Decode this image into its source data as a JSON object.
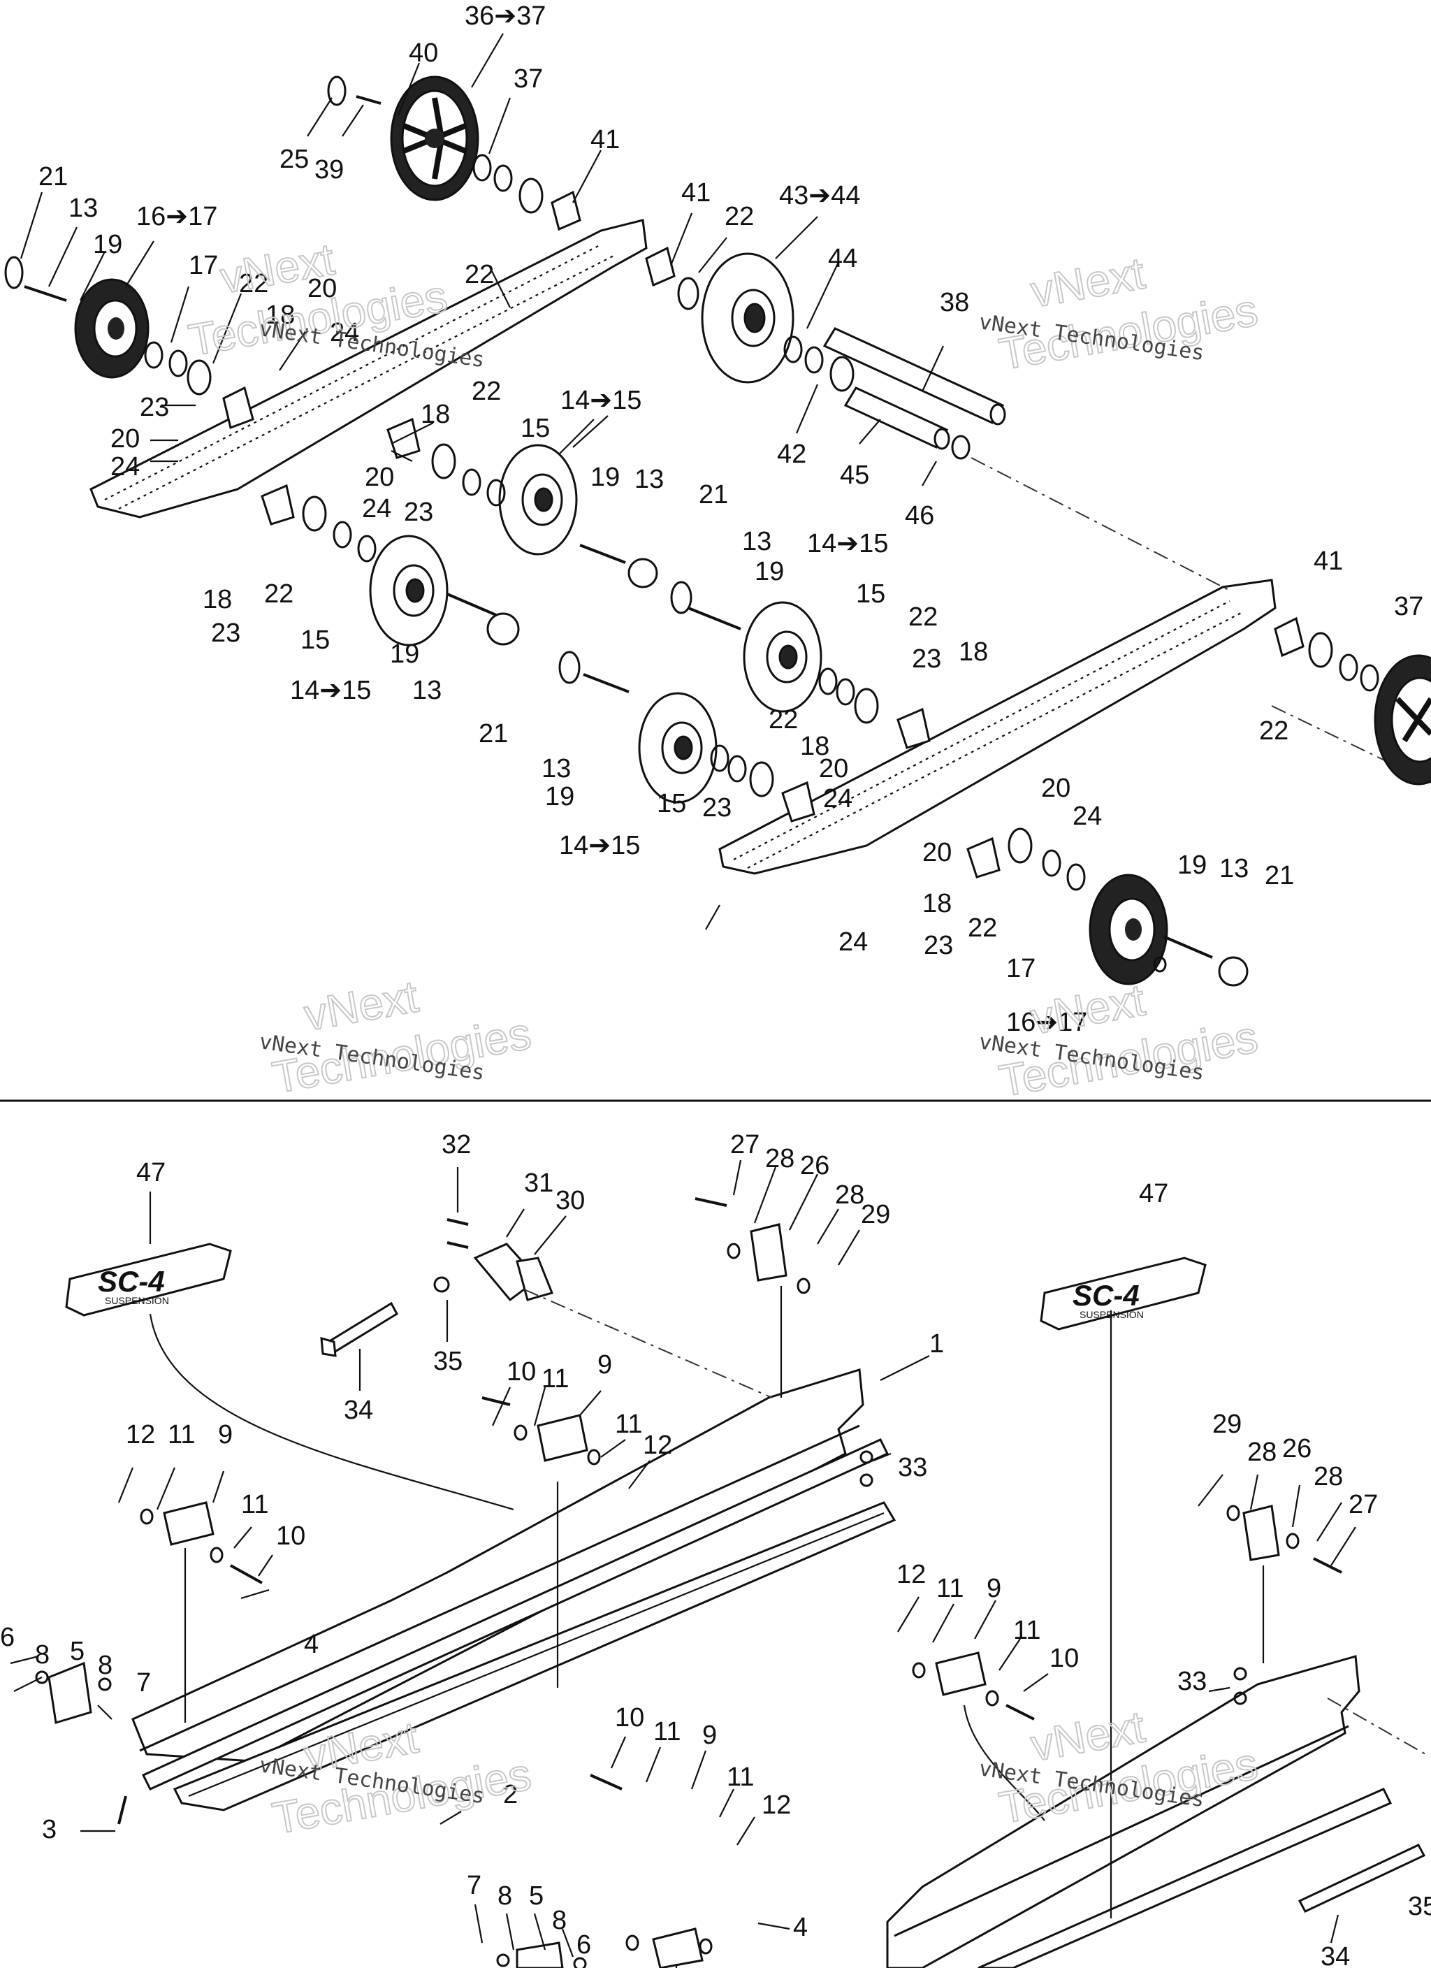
{
  "colors": {
    "ink": "#111111",
    "background": "#ffffff",
    "watermark": "#c8c8c8"
  },
  "watermark": {
    "line1": "vNext Technologies",
    "line2": "vNext",
    "line3": "Technologies"
  },
  "logo": {
    "text": "SC-4",
    "subtext": "SUSPENSION"
  },
  "callouts": [
    "36➔37",
    "40",
    "37",
    "25",
    "39",
    "41",
    "21",
    "13",
    "16➔17",
    "19",
    "17",
    "22",
    "20",
    "18",
    "24",
    "23",
    "22",
    "41",
    "22",
    "43➔44",
    "44",
    "38",
    "22",
    "14➔15",
    "18",
    "15",
    "20",
    "24",
    "20",
    "24",
    "23",
    "42",
    "45",
    "46",
    "19",
    "13",
    "21",
    "18",
    "22",
    "23",
    "15",
    "19",
    "13",
    "14➔15",
    "21",
    "13",
    "14➔15",
    "19",
    "15",
    "22",
    "23",
    "18",
    "41",
    "37",
    "22",
    "22",
    "18",
    "20",
    "24",
    "20",
    "24",
    "20",
    "23",
    "15",
    "13",
    "19",
    "14➔15",
    "19",
    "13",
    "21",
    "18",
    "22",
    "23",
    "24",
    "17",
    "16➔17",
    "32",
    "31",
    "30",
    "27",
    "28",
    "26",
    "28",
    "29",
    "47",
    "35",
    "34",
    "1",
    "10",
    "11",
    "9",
    "11",
    "12",
    "33",
    "12",
    "11",
    "9",
    "11",
    "10",
    "6",
    "8",
    "5",
    "8",
    "7",
    "4",
    "3",
    "2",
    "29",
    "28",
    "26",
    "28",
    "27",
    "47",
    "12",
    "11",
    "9",
    "11",
    "10",
    "33",
    "10",
    "11",
    "9",
    "11",
    "12",
    "7",
    "8",
    "5",
    "8",
    "6",
    "4",
    "34",
    "35"
  ]
}
